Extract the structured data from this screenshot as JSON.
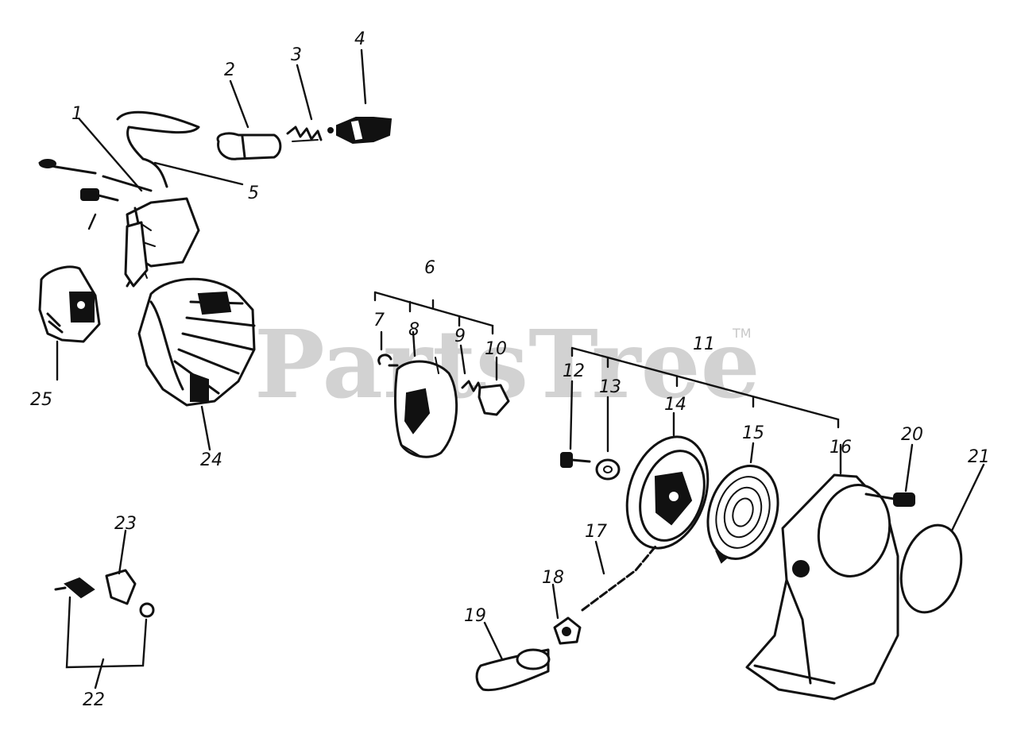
{
  "watermark": {
    "text": "PartsTree",
    "trademark": "TM"
  },
  "callouts": [
    "1",
    "2",
    "3",
    "4",
    "5",
    "6",
    "7",
    "8",
    "9",
    "10",
    "11",
    "12",
    "13",
    "14",
    "15",
    "16",
    "17",
    "18",
    "19",
    "20",
    "21",
    "22",
    "23",
    "24",
    "25"
  ]
}
